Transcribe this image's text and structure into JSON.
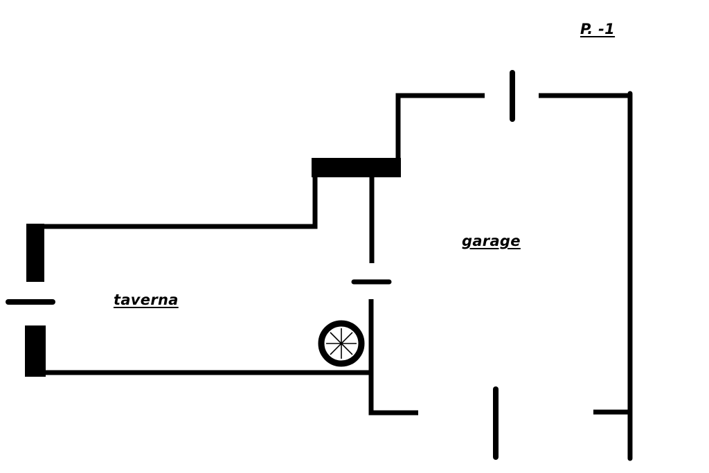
{
  "floor": {
    "label": "P. -1"
  },
  "rooms": [
    {
      "id": "taverna",
      "label": "taverna"
    },
    {
      "id": "garage",
      "label": "garage"
    }
  ],
  "colors": {
    "wall": "#000000",
    "background": "#ffffff"
  },
  "icons": {
    "fixture": "stair-spiral-icon"
  }
}
